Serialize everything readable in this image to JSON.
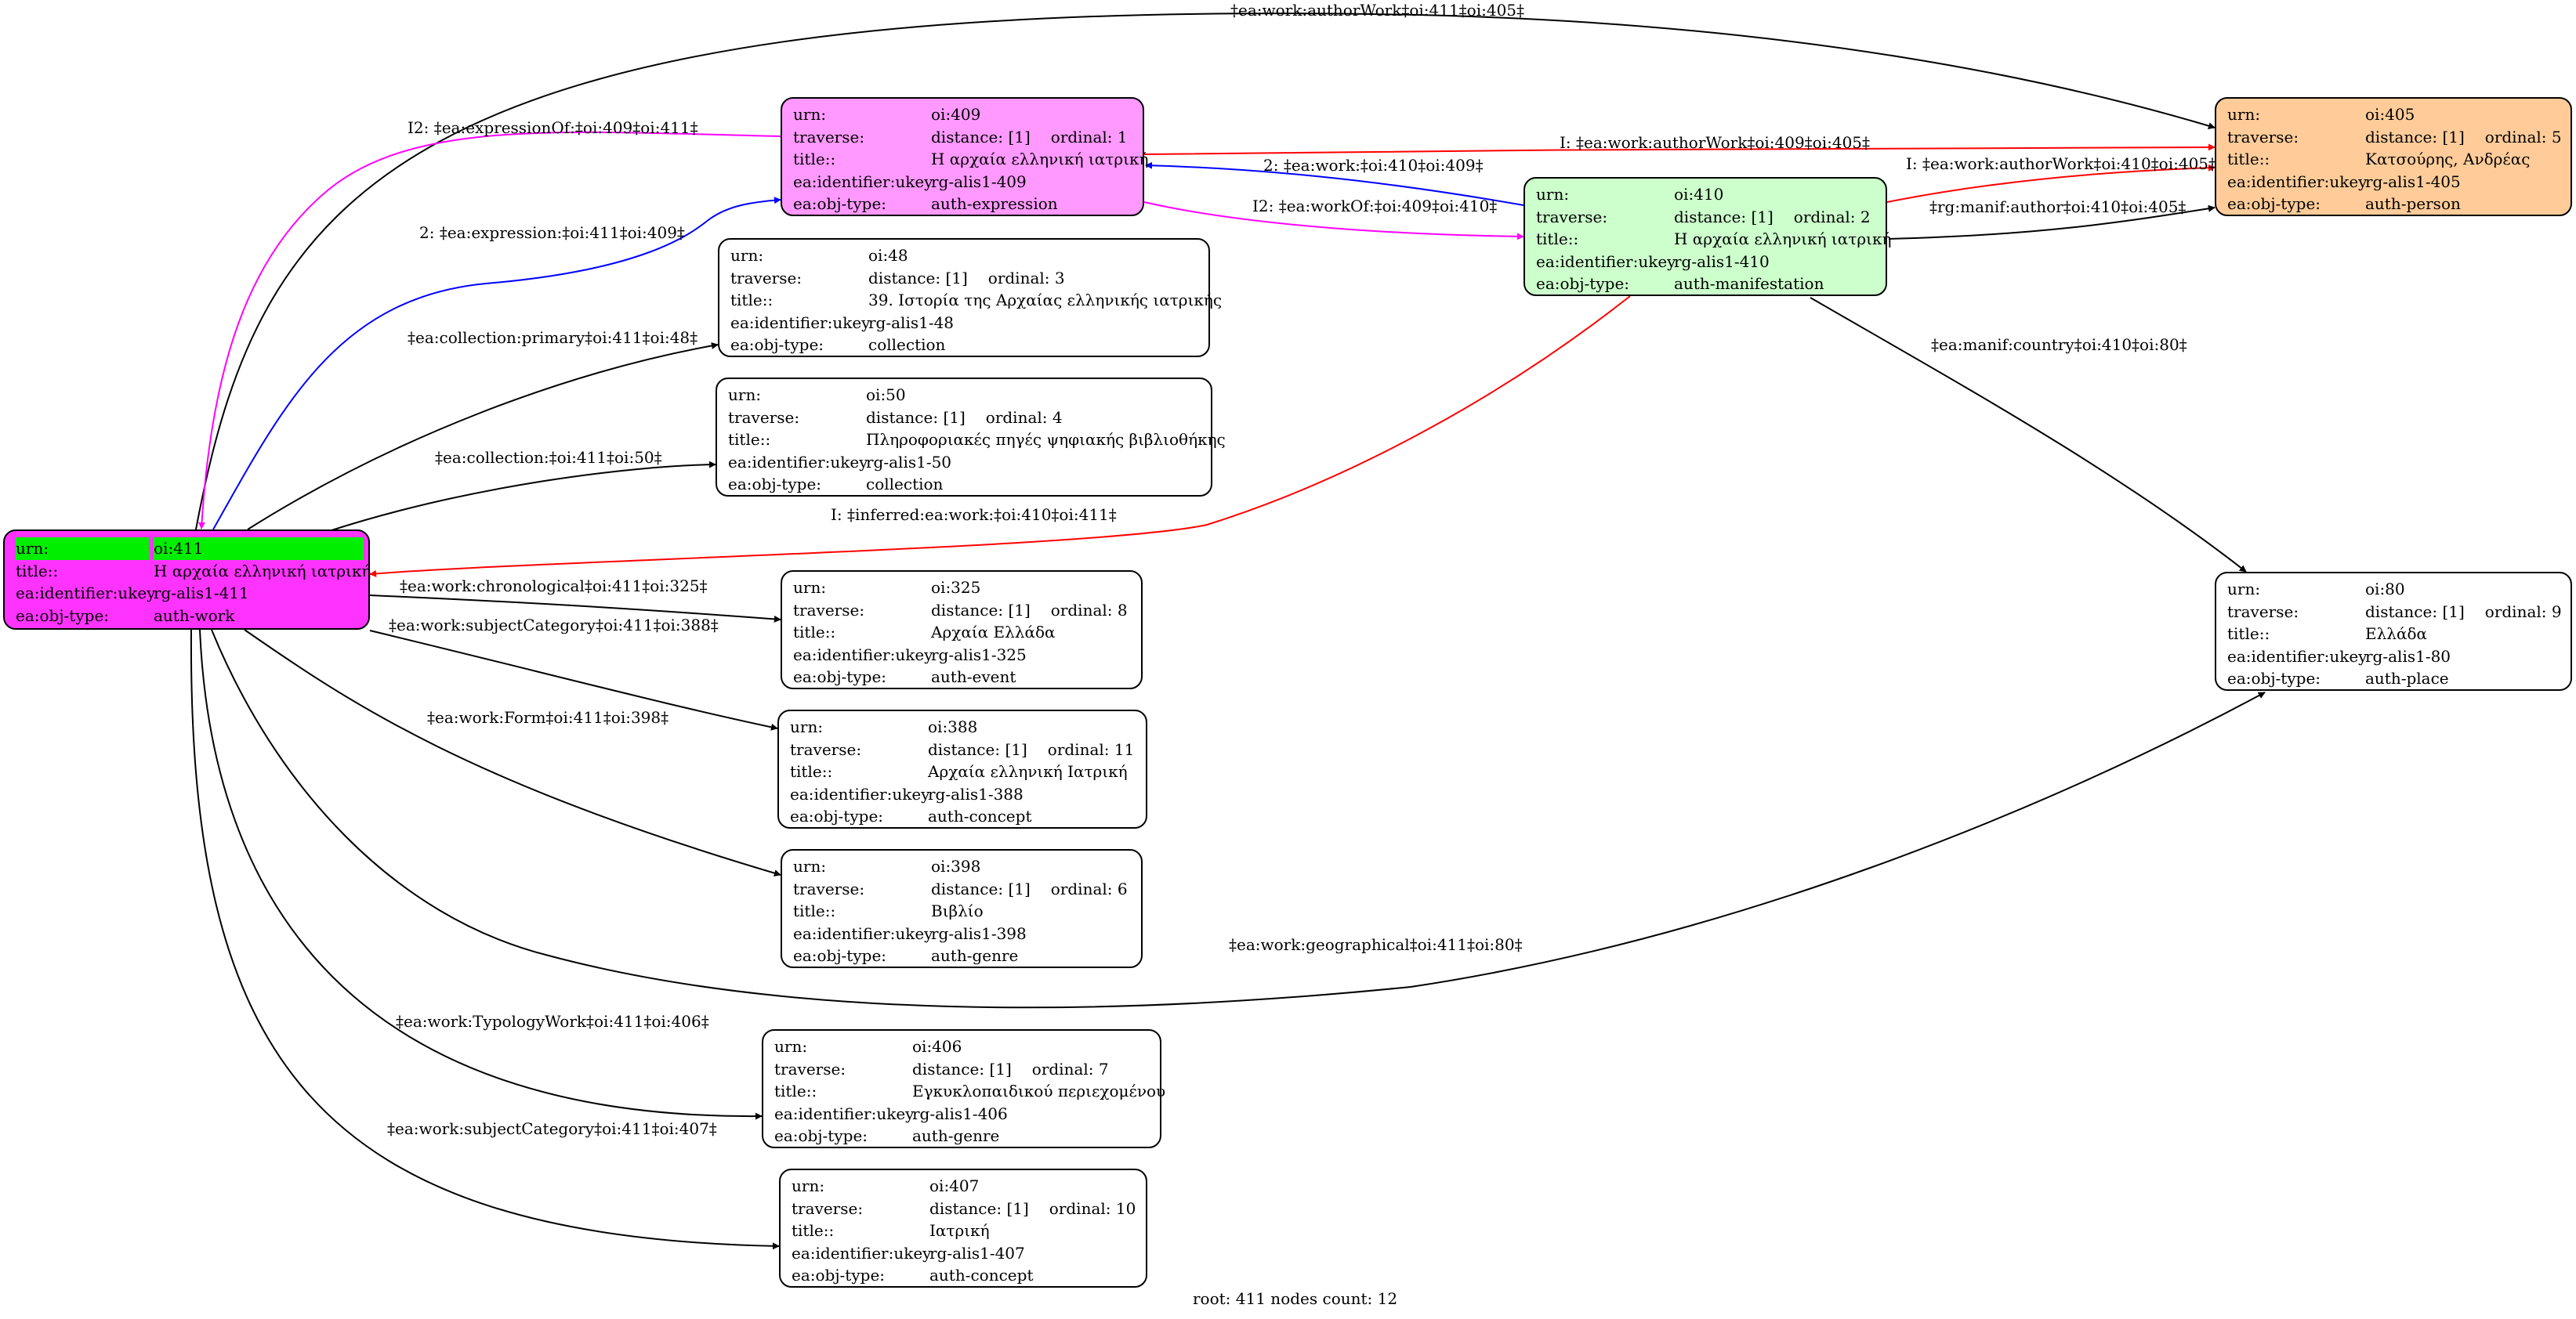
{
  "labels": {
    "urn": "urn:",
    "traverse": "traverse:",
    "title": "title::",
    "ukey": "ea:identifier:ukey",
    "objtype": "ea:obj-type:"
  },
  "nodes": {
    "n411": {
      "urn": "oi:411",
      "title": "Η αρχαία ελληνική ιατρική",
      "ukey": "rg-alis1-411",
      "objtype": "auth-work",
      "fill": "#ff33ff",
      "highlight": "#00ee00"
    },
    "n409": {
      "urn": "oi:409",
      "distance": "distance: [1]",
      "ordinal": "ordinal: 1",
      "title": "Η αρχαία ελληνική ιατρική",
      "ukey": "rg-alis1-409",
      "objtype": "auth-expression",
      "fill": "#ff99ff"
    },
    "n410": {
      "urn": "oi:410",
      "distance": "distance: [1]",
      "ordinal": "ordinal: 2",
      "title": "Η αρχαία ελληνική ιατρική",
      "ukey": "rg-alis1-410",
      "objtype": "auth-manifestation",
      "fill": "#ccffcc"
    },
    "n405": {
      "urn": "oi:405",
      "distance": "distance: [1]",
      "ordinal": "ordinal: 5",
      "title": "Κατσούρης, Ανδρέας",
      "ukey": "rg-alis1-405",
      "objtype": "auth-person",
      "fill": "#ffcc99"
    },
    "n48": {
      "urn": "oi:48",
      "distance": "distance: [1]",
      "ordinal": "ordinal: 3",
      "title": "39. Ιστορία της Αρχαίας ελληνικής ιατρικής",
      "ukey": "rg-alis1-48",
      "objtype": "collection",
      "fill": "#ffffff"
    },
    "n50": {
      "urn": "oi:50",
      "distance": "distance: [1]",
      "ordinal": "ordinal: 4",
      "title": "Πληροφοριακές πηγές ψηφιακής βιβλιοθήκης",
      "ukey": "rg-alis1-50",
      "objtype": "collection",
      "fill": "#ffffff"
    },
    "n325": {
      "urn": "oi:325",
      "distance": "distance: [1]",
      "ordinal": "ordinal: 8",
      "title": "Αρχαία Ελλάδα",
      "ukey": "rg-alis1-325",
      "objtype": "auth-event",
      "fill": "#ffffff"
    },
    "n388": {
      "urn": "oi:388",
      "distance": "distance: [1]",
      "ordinal": "ordinal: 11",
      "title": "Αρχαία ελληνική Ιατρική",
      "ukey": "rg-alis1-388",
      "objtype": "auth-concept",
      "fill": "#ffffff"
    },
    "n398": {
      "urn": "oi:398",
      "distance": "distance: [1]",
      "ordinal": "ordinal: 6",
      "title": "Βιβλίο",
      "ukey": "rg-alis1-398",
      "objtype": "auth-genre",
      "fill": "#ffffff"
    },
    "n406": {
      "urn": "oi:406",
      "distance": "distance: [1]",
      "ordinal": "ordinal: 7",
      "title": "Εγκυκλοπαιδικού περιεχομένου",
      "ukey": "rg-alis1-406",
      "objtype": "auth-genre",
      "fill": "#ffffff"
    },
    "n407": {
      "urn": "oi:407",
      "distance": "distance: [1]",
      "ordinal": "ordinal: 10",
      "title": "Ιατρική",
      "ukey": "rg-alis1-407",
      "objtype": "auth-concept",
      "fill": "#ffffff"
    },
    "n80": {
      "urn": "oi:80",
      "distance": "distance: [1]",
      "ordinal": "ordinal: 9",
      "title": "Ελλάδα",
      "ukey": "rg-alis1-80",
      "objtype": "auth-place",
      "fill": "#ffffff"
    }
  },
  "edges": [
    {
      "id": "e-authorwork-411-405",
      "label": "‡ea:work:authorWork‡oi:411‡oi:405‡",
      "color": "#000000"
    },
    {
      "id": "e-expressionof-409-411",
      "label": "I2: ‡ea:expressionOf:‡oi:409‡oi:411‡",
      "color": "#ff00ff"
    },
    {
      "id": "e-expression-411-409",
      "label": "2: ‡ea:expression:‡oi:411‡oi:409‡",
      "color": "#0000ff"
    },
    {
      "id": "e-primary-411-48",
      "label": "‡ea:collection:primary‡oi:411‡oi:48‡",
      "color": "#000000"
    },
    {
      "id": "e-collection-411-50",
      "label": "‡ea:collection:‡oi:411‡oi:50‡",
      "color": "#000000"
    },
    {
      "id": "e-inferred-410-411",
      "label": "I: ‡inferred:ea:work:‡oi:410‡oi:411‡",
      "color": "#ff0000"
    },
    {
      "id": "e-chrono-411-325",
      "label": "‡ea:work:chronological‡oi:411‡oi:325‡",
      "color": "#000000"
    },
    {
      "id": "e-subjcat-411-388",
      "label": "‡ea:work:subjectCategory‡oi:411‡oi:388‡",
      "color": "#000000"
    },
    {
      "id": "e-form-411-398",
      "label": "‡ea:work:Form‡oi:411‡oi:398‡",
      "color": "#000000"
    },
    {
      "id": "e-geo-411-80",
      "label": "‡ea:work:geographical‡oi:411‡oi:80‡",
      "color": "#000000"
    },
    {
      "id": "e-typology-411-406",
      "label": "‡ea:work:TypologyWork‡oi:411‡oi:406‡",
      "color": "#000000"
    },
    {
      "id": "e-subjcat-411-407",
      "label": "‡ea:work:subjectCategory‡oi:411‡oi:407‡",
      "color": "#000000"
    },
    {
      "id": "e-authorwork-409-405",
      "label": "I: ‡ea:work:authorWork‡oi:409‡oi:405‡",
      "color": "#ff0000"
    },
    {
      "id": "e-work-410-409",
      "label": "2: ‡ea:work:‡oi:410‡oi:409‡",
      "color": "#0000ff"
    },
    {
      "id": "e-workof-409-410",
      "label": "I2: ‡ea:workOf:‡oi:409‡oi:410‡",
      "color": "#ff00ff"
    },
    {
      "id": "e-authorwork-410-405",
      "label": "I: ‡ea:work:authorWork‡oi:410‡oi:405‡",
      "color": "#ff0000"
    },
    {
      "id": "e-manifauthor-410-405",
      "label": "‡rg:manif:author‡oi:410‡oi:405‡",
      "color": "#000000"
    },
    {
      "id": "e-country-410-80",
      "label": "‡ea:manif:country‡oi:410‡oi:80‡",
      "color": "#000000"
    }
  ],
  "footer": "root: 411 nodes count: 12"
}
